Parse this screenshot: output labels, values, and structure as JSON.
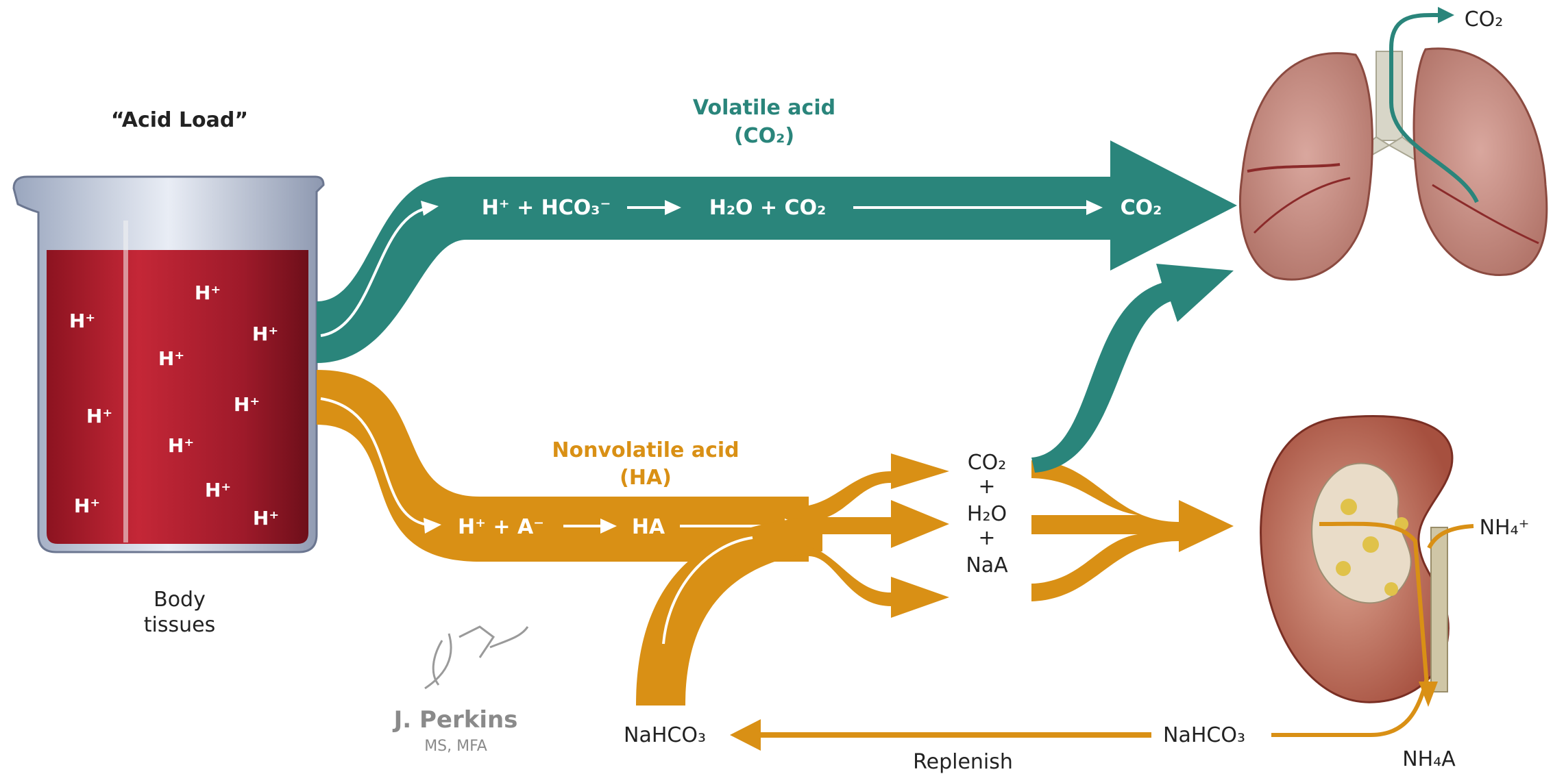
{
  "colors": {
    "teal": "#2a857b",
    "orange": "#d99015",
    "blood": "#a31d2a",
    "lung": "#c98e84",
    "kidney": "#b85a4b"
  },
  "acid_load": {
    "title": "“Acid Load”",
    "caption_line1": "Body",
    "caption_line2": "tissues",
    "ion": "H⁺"
  },
  "volatile": {
    "title": "Volatile acid",
    "subtitle": "(CO₂)",
    "eq_left": "H⁺ + HCO₃⁻",
    "eq_mid": "H₂O + CO₂",
    "eq_right": "CO₂"
  },
  "nonvolatile": {
    "title": "Nonvolatile acid",
    "subtitle": "(HA)",
    "eq_left": "H⁺ + A⁻",
    "eq_mid": "HA"
  },
  "products": {
    "l1": "CO₂",
    "l2": "+",
    "l3": "H₂O",
    "l4": "+",
    "l5": "NaA"
  },
  "lungs": {
    "exhale": "CO₂"
  },
  "kidney": {
    "nh4": "NH₄⁺",
    "nh4a": "NH₄A"
  },
  "bicarb": {
    "left": "NaHCO₃",
    "right": "NaHCO₃",
    "replenish": "Replenish"
  },
  "credit": {
    "signature": "F. Netter M.D.",
    "name": "J. Perkins",
    "degree": "MS, MFA"
  }
}
